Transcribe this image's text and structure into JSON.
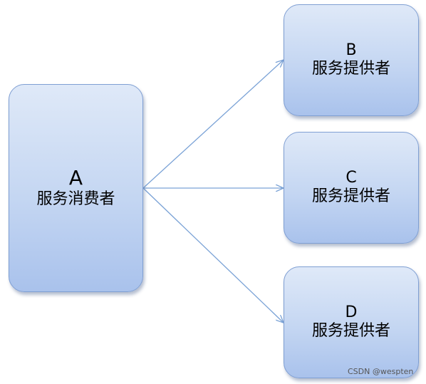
{
  "consumer": {
    "letter": "A",
    "role": "服务消费者"
  },
  "providers": [
    {
      "letter": "B",
      "role": "服务提供者"
    },
    {
      "letter": "C",
      "role": "服务提供者"
    },
    {
      "letter": "D",
      "role": "服务提供者"
    }
  ],
  "watermark": "CSDN @wespten",
  "colors": {
    "box_fill_top": "#dfe9f8",
    "box_fill_bottom": "#a9c2ec",
    "box_border": "#7f9fd3",
    "arrow": "#7aa2d6"
  }
}
